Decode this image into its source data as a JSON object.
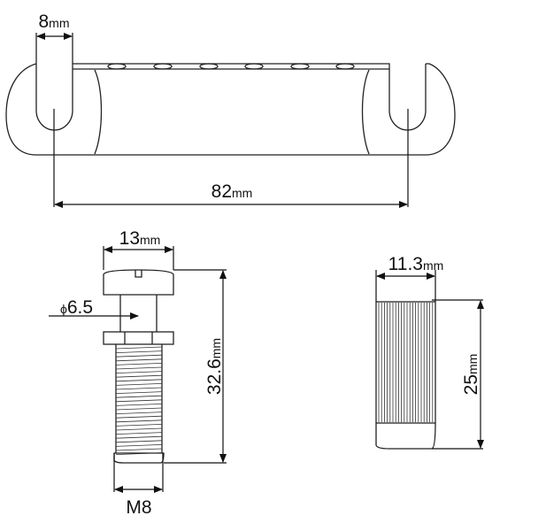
{
  "tailpiece": {
    "slot_width": "8",
    "length": "82",
    "unit": "mm"
  },
  "stud": {
    "head_width": "13",
    "shank_diameter_symbol": "ϕ",
    "shank_diameter": "6.5",
    "length": "32.6",
    "thread": "M8",
    "unit": "mm"
  },
  "bushing": {
    "width": "11.3",
    "height": "25",
    "unit": "mm"
  }
}
